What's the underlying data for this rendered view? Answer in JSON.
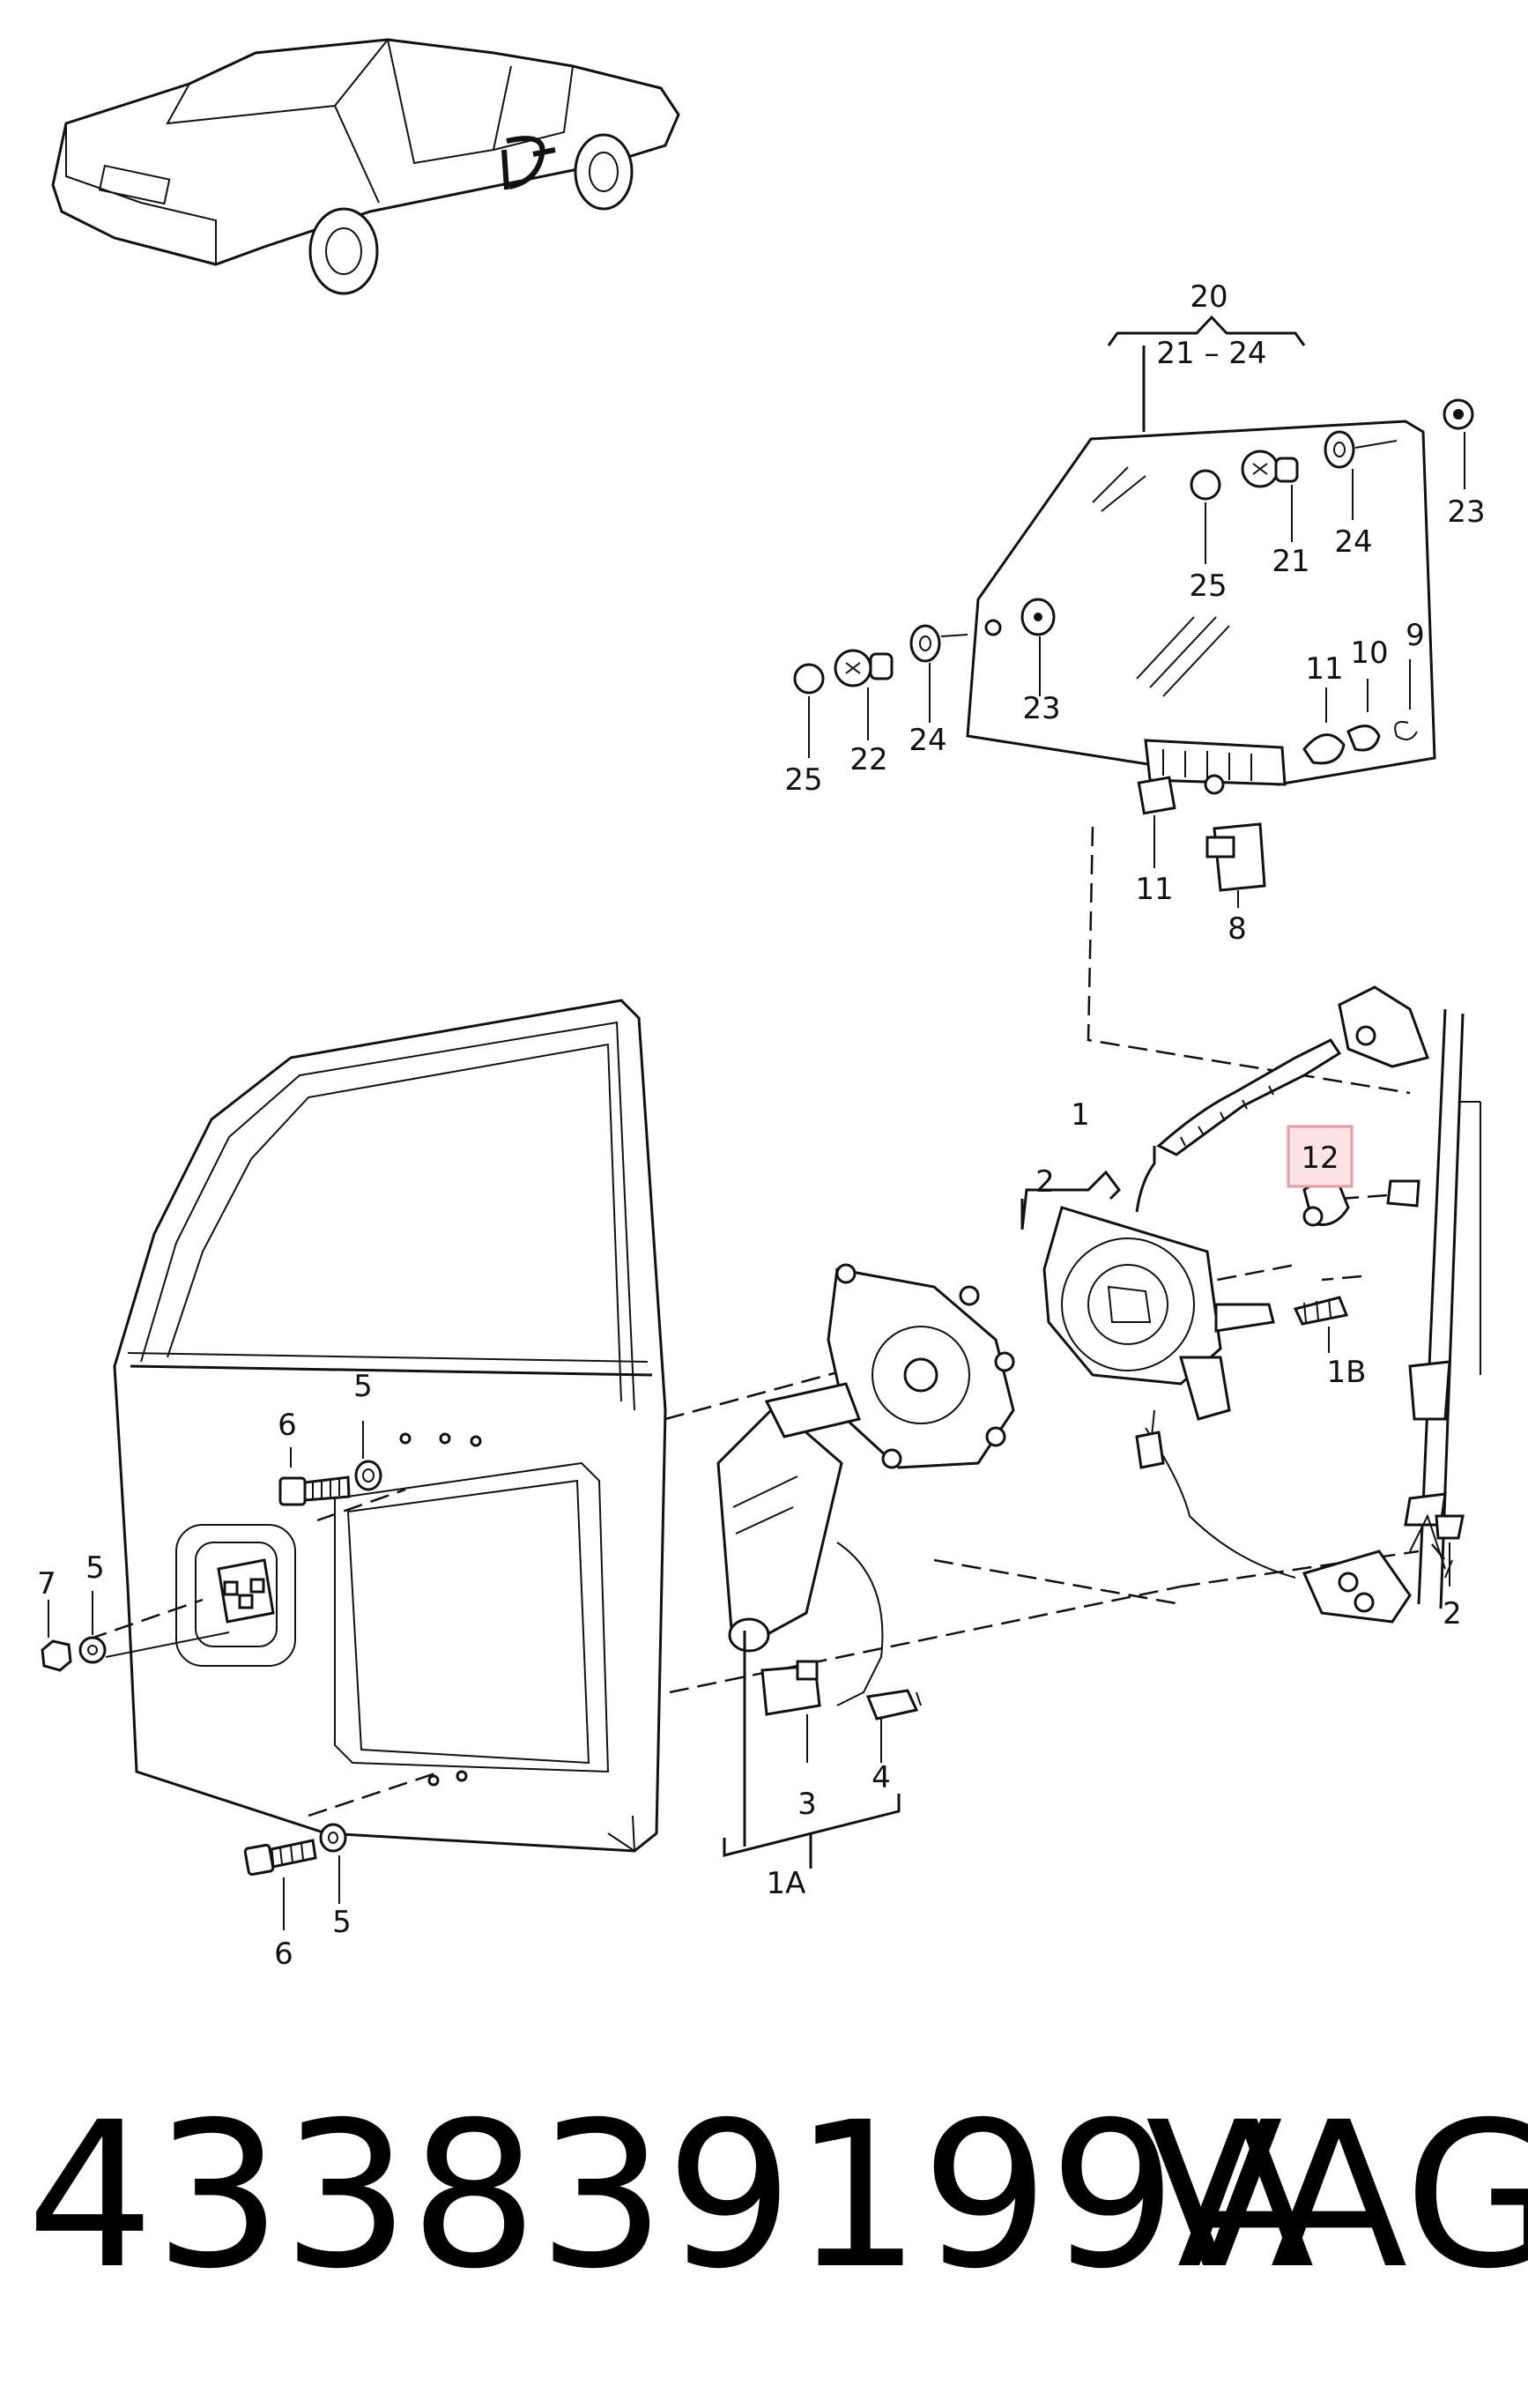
{
  "callouts": {
    "c20": "20",
    "c21_24": "21 – 24",
    "c23a": "23",
    "c24a": "24",
    "c21a": "21",
    "c25a": "25",
    "c23b": "23",
    "c24b": "24",
    "c22": "22",
    "c25b": "25",
    "c11a": "11",
    "c10": "10",
    "c9": "9",
    "c11b": "11",
    "c8": "8",
    "c1": "1",
    "c2a": "2",
    "c12": "12",
    "c1B": "1B",
    "c2b": "2",
    "c6a": "6",
    "c5a": "5",
    "c7": "7",
    "c5b": "5",
    "c3": "3",
    "c4": "4",
    "c1A": "1A",
    "c6b": "6",
    "c5c": "5"
  },
  "footer": {
    "part_number": "433839199A",
    "brand": "VAG"
  },
  "highlight_color": "#fbe3e6"
}
